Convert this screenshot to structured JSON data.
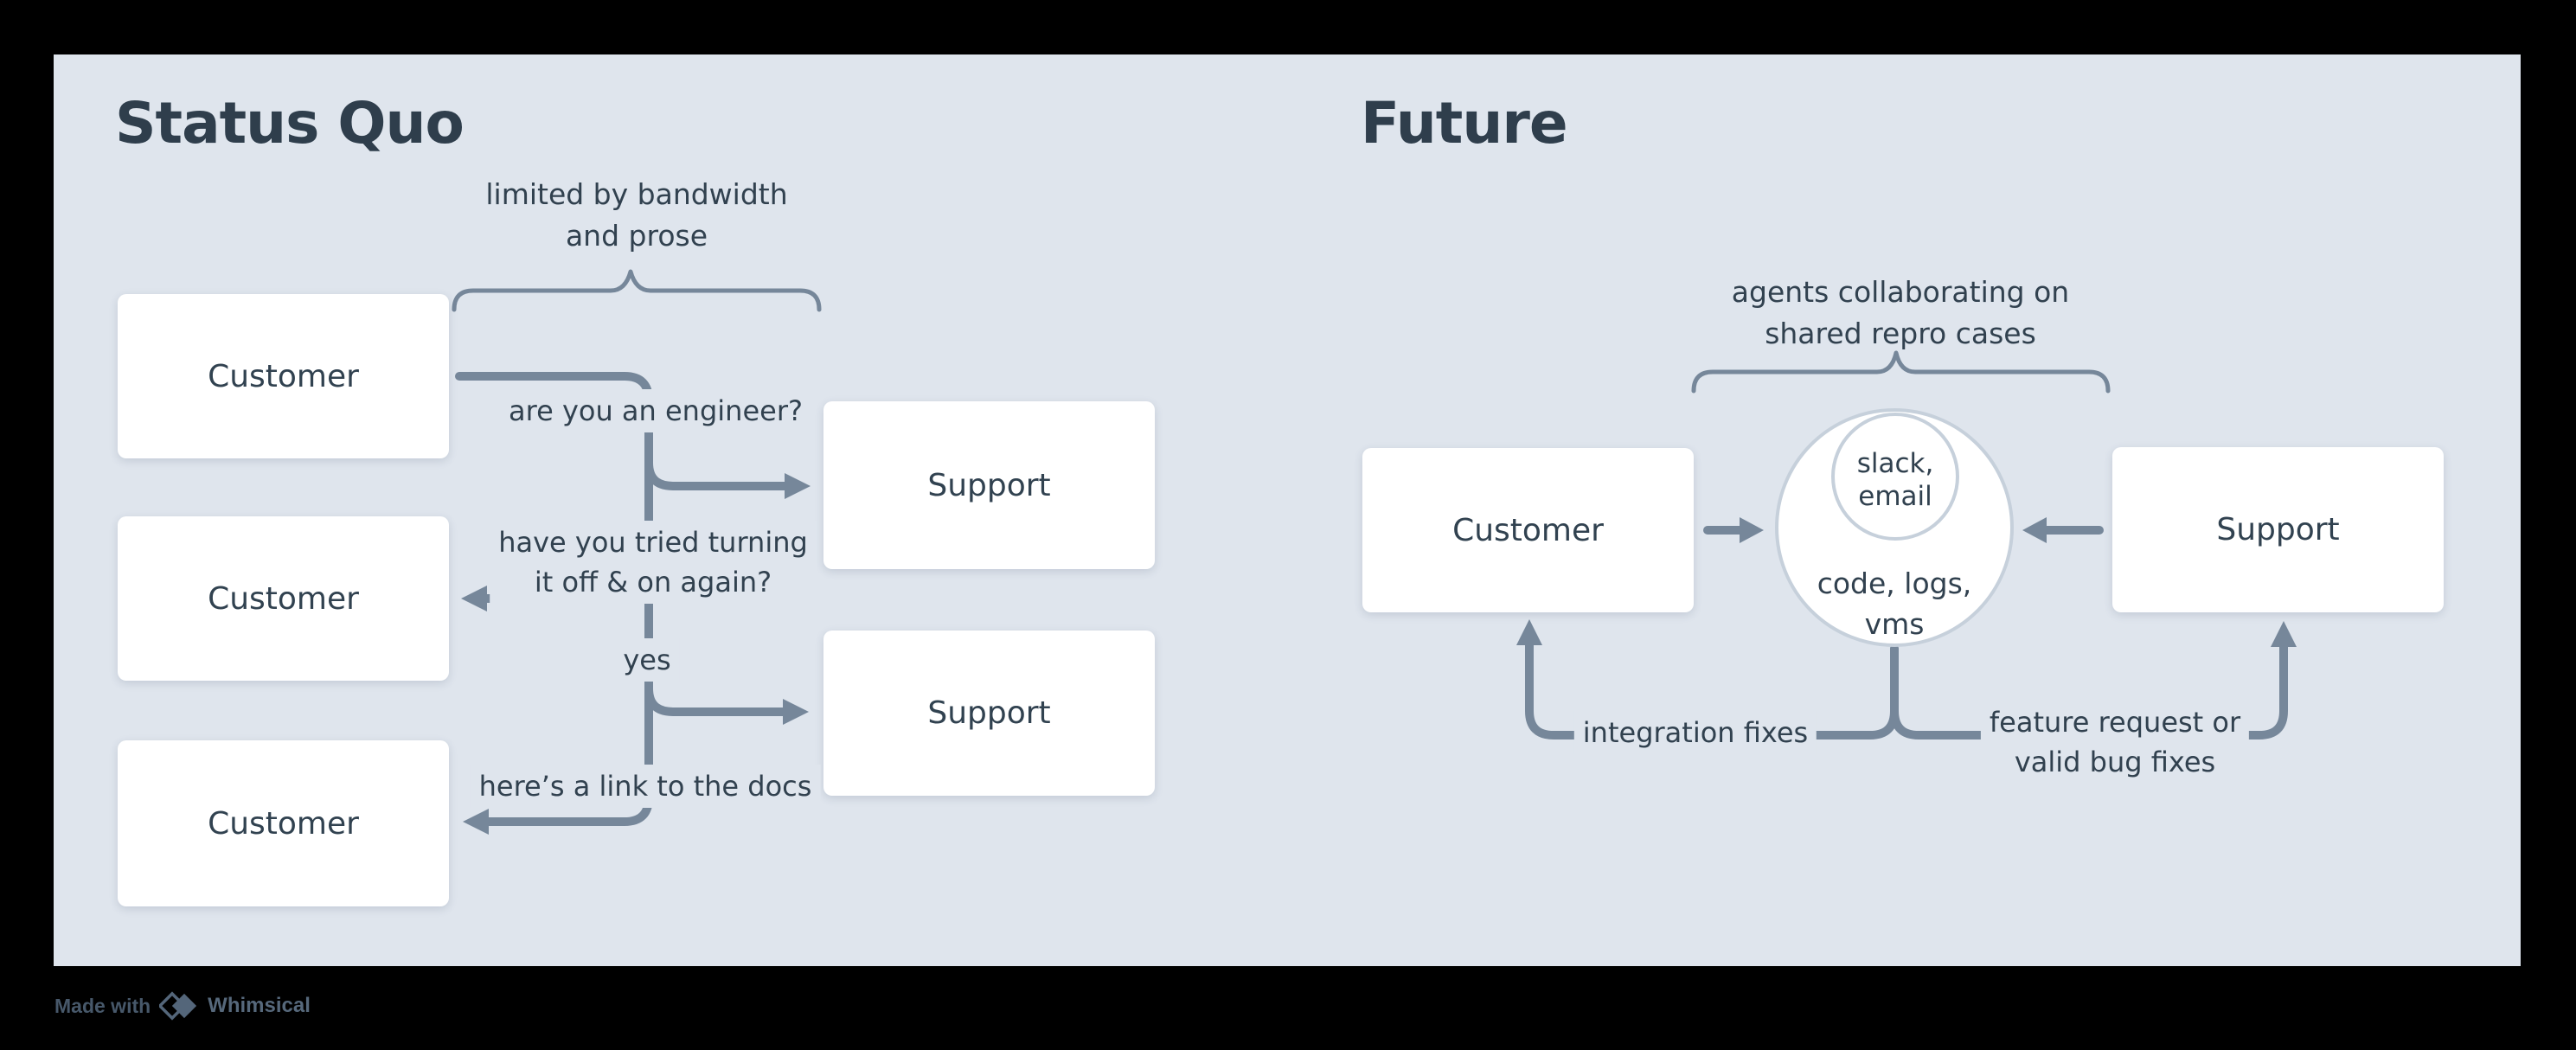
{
  "canvas": {
    "frame_color": "#000000",
    "panel_color": "#dfe5ed",
    "line_color": "#76879a",
    "circle_stroke_color": "#c6d0db",
    "text_color": "#314250"
  },
  "left_diagram": {
    "title": "Status Quo",
    "brace_label": "limited by bandwidth\nand prose",
    "nodes": {
      "customer1": "Customer",
      "customer2": "Customer",
      "customer3": "Customer",
      "support1": "Support",
      "support2": "Support"
    },
    "edge_labels": {
      "engineer": "are you an engineer?",
      "turn_off": "have you tried turning\nit off & on again?",
      "yes": "yes",
      "docs": "here’s a link to the docs"
    }
  },
  "right_diagram": {
    "title": "Future",
    "brace_label": "agents collaborating on\nshared repro cases",
    "nodes": {
      "customer": "Customer",
      "support": "Support"
    },
    "circle_labels": {
      "inner": "slack,\nemail",
      "outer": "code, logs,\nvms"
    },
    "edge_labels": {
      "integration": "integration fixes",
      "feature": "feature request or\nvalid bug fixes"
    }
  },
  "footer": {
    "made_with": "Made with",
    "brand": "Whimsical"
  }
}
